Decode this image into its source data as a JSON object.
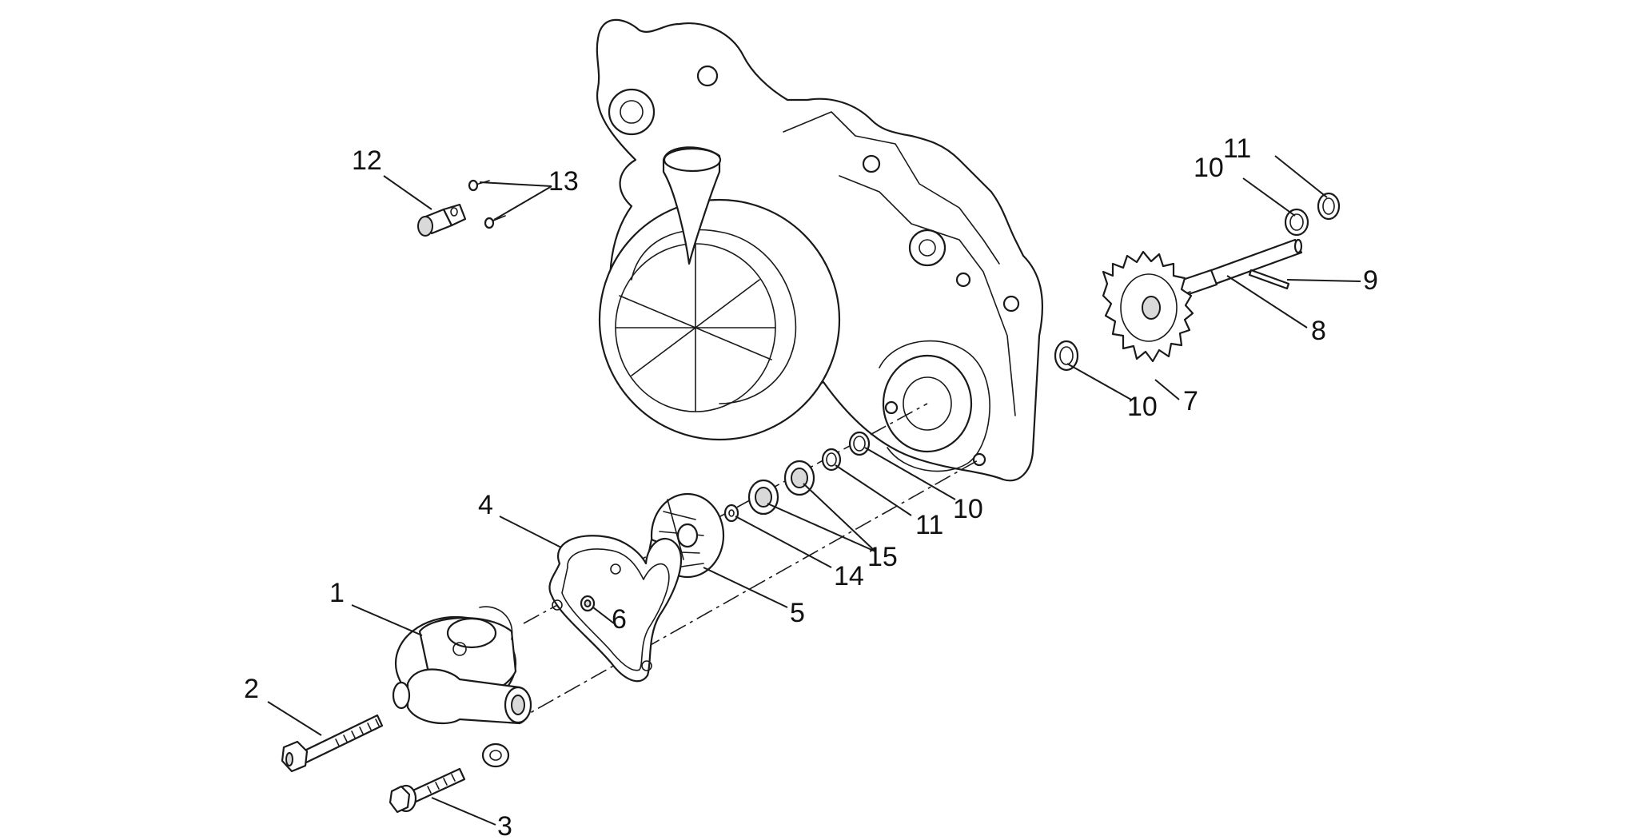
{
  "diagram": {
    "type": "exploded-parts-view",
    "colors": {
      "line": "#1a1a1a",
      "background": "#ffffff",
      "shade": "#d9d9d9"
    },
    "callouts": [
      {
        "id": "c1",
        "label": "1",
        "part": "pump-housing"
      },
      {
        "id": "c2",
        "label": "2",
        "part": "long-bolt"
      },
      {
        "id": "c3",
        "label": "3",
        "part": "flange-bolt"
      },
      {
        "id": "c4",
        "label": "4",
        "part": "gasket"
      },
      {
        "id": "c5",
        "label": "5",
        "part": "impeller"
      },
      {
        "id": "c6",
        "label": "6",
        "part": "nut"
      },
      {
        "id": "c7",
        "label": "7",
        "part": "gear"
      },
      {
        "id": "c8",
        "label": "8",
        "part": "pump-shaft"
      },
      {
        "id": "c9",
        "label": "9",
        "part": "pin"
      },
      {
        "id": "c10a",
        "label": "10",
        "part": "washer-top"
      },
      {
        "id": "c11a",
        "label": "11",
        "part": "circlip-top"
      },
      {
        "id": "c10b",
        "label": "10",
        "part": "washer-gear"
      },
      {
        "id": "c10c",
        "label": "10",
        "part": "washer-lower"
      },
      {
        "id": "c11b",
        "label": "11",
        "part": "circlip-lower"
      },
      {
        "id": "c12",
        "label": "12",
        "part": "drain-plug"
      },
      {
        "id": "c13",
        "label": "13",
        "part": "screws"
      },
      {
        "id": "c14",
        "label": "14",
        "part": "small-washer"
      },
      {
        "id": "c15",
        "label": "15",
        "part": "seals"
      }
    ]
  }
}
